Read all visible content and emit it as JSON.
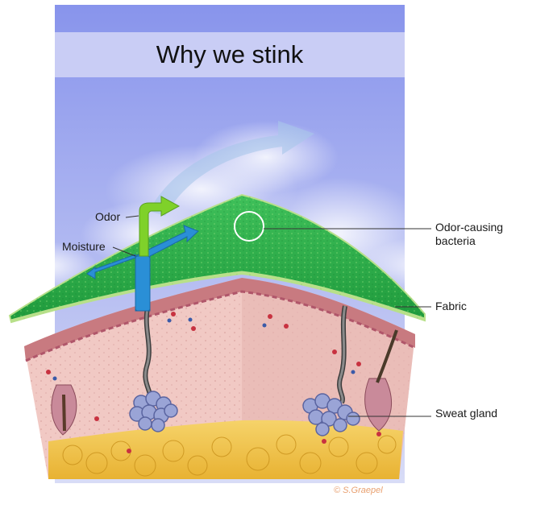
{
  "title": "Why we stink",
  "labels": {
    "odor": "Odor",
    "moisture": "Moisture",
    "odor_causing_bacteria": "Odor-causing\nbacteria",
    "fabric": "Fabric",
    "sweat_gland": "Sweat gland"
  },
  "credit": "© S.Graepel",
  "colors": {
    "sky_top": "#8894ec",
    "sky_bottom": "#d8dcf6",
    "title_band": "#c9cdf5",
    "fabric": "#27a845",
    "fabric_edge": "#b8e08a",
    "moisture_arrow": "#2a8fd6",
    "odor_arrow": "#7fd12a",
    "skin": "#f1c9c4",
    "epidermis": "#c87a80",
    "fat": "#f0c445",
    "sweat_gland": "#9aa4d6",
    "credit": "#e8a070"
  }
}
